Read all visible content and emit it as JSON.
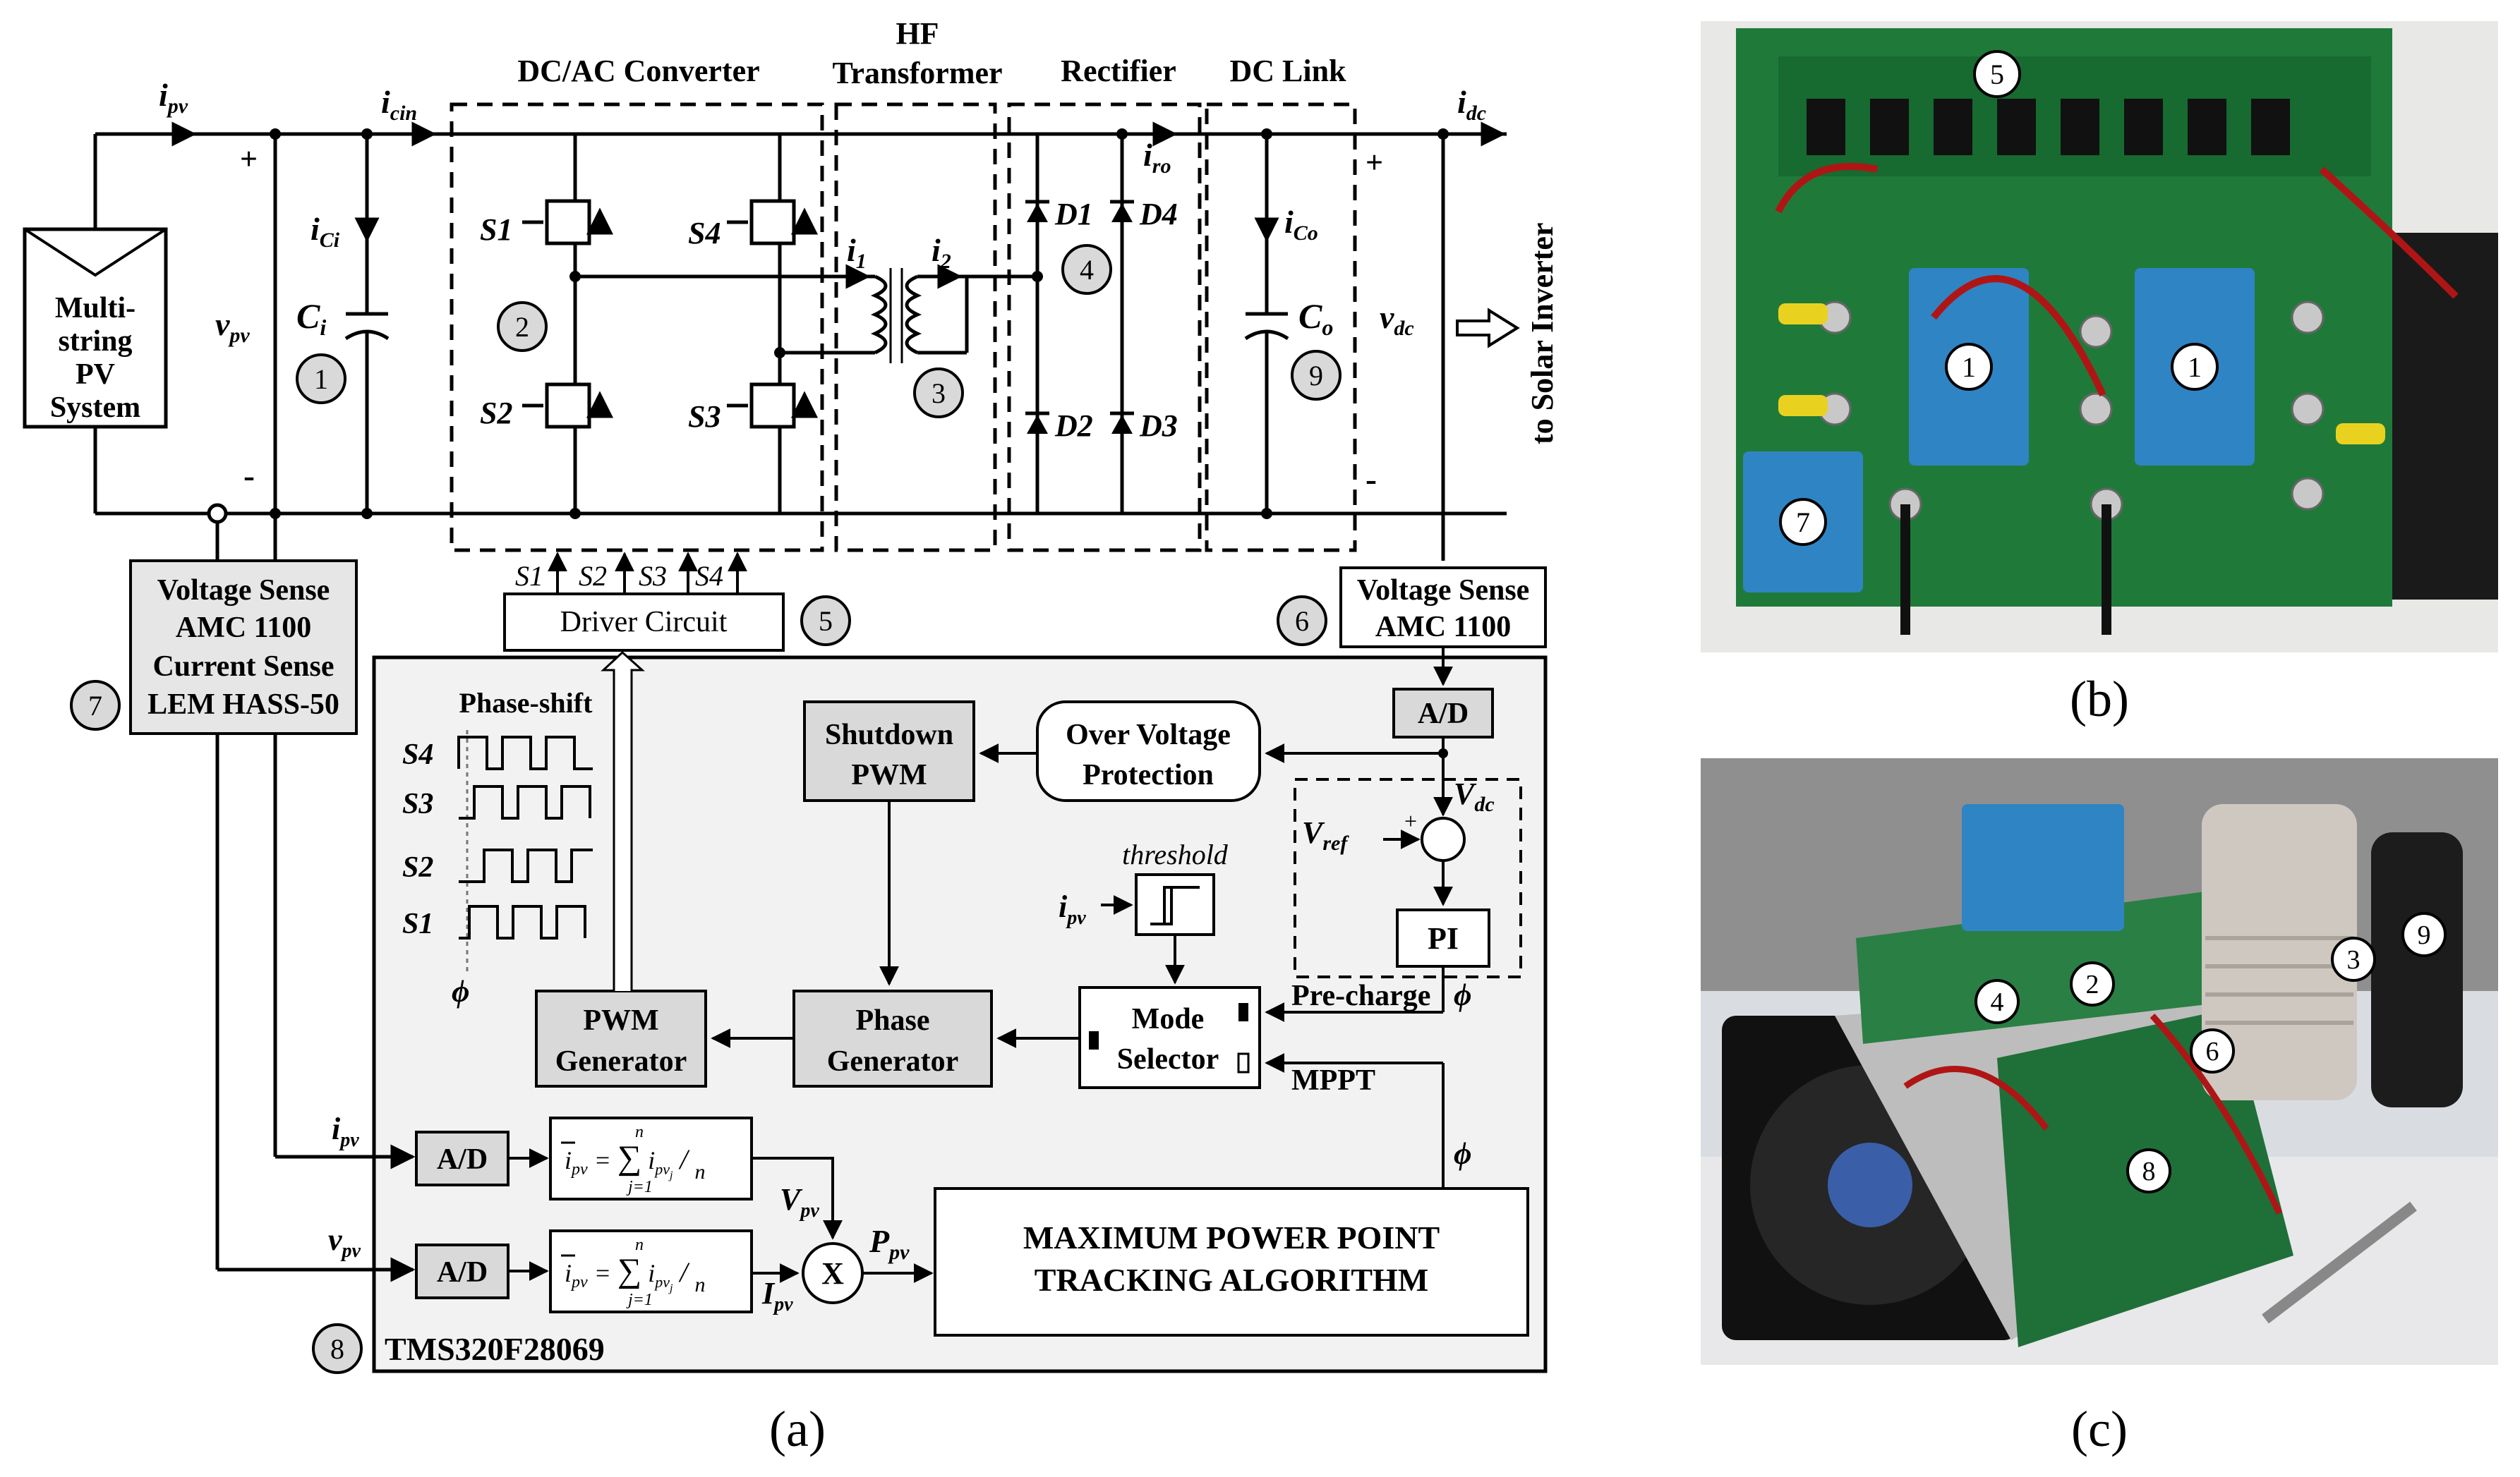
{
  "panel_labels": {
    "a": "(a)",
    "b": "(b)",
    "c": "(c)"
  },
  "blocks": {
    "dcac": "DC/AC Converter",
    "hf1": "HF",
    "hf2": "Transformer",
    "rectifier": "Rectifier",
    "dclink": "DC Link",
    "pv1": "Multi-",
    "pv2": "string",
    "pv3": "PV",
    "pv4": "System",
    "to_inverter": "to Solar Inverter",
    "vs_left1": "Voltage Sense",
    "vs_left2": "AMC 1100",
    "vs_left3": "Current Sense",
    "vs_left4": "LEM HASS-50",
    "vs_right1": "Voltage Sense",
    "vs_right2": "AMC 1100",
    "driver": "Driver Circuit",
    "ad": "A/D",
    "shutdown1": "Shutdown",
    "shutdown2": "PWM",
    "ovp1": "Over Voltage",
    "ovp2": "Protection",
    "phase_shift": "Phase-shift",
    "threshold": "threshold",
    "pi": "PI",
    "mode1": "Mode",
    "mode2": "Selector",
    "precharge": "Pre-charge",
    "mppt": "MPPT",
    "pwm1": "PWM",
    "pwm2": "Generator",
    "phase1": "Phase",
    "phase2": "Generator",
    "mppt_alg1": "MAXIMUM POWER POINT",
    "mppt_alg2": "TRACKING ALGORITHM",
    "dsp": "TMS320F28069",
    "mult": "X"
  },
  "circle_labels": [
    "1",
    "2",
    "3",
    "4",
    "5",
    "6",
    "7",
    "8",
    "9"
  ],
  "signals": {
    "ipv": "i",
    "icin": "i",
    "ici": "i",
    "vpv": "v",
    "ci": "C",
    "i1": "i",
    "i2": "i",
    "iro": "i",
    "ico": "i",
    "co": "C",
    "vdc": "v",
    "idc": "i",
    "plus": "+",
    "minus": "-",
    "phi": "ϕ",
    "vref": "V",
    "vdc_big": "V",
    "Vpv": "V",
    "Ipv": "I",
    "Ppv": "P"
  },
  "switches": [
    "S1",
    "S2",
    "S3",
    "S4"
  ],
  "diodes": [
    "D1",
    "D2",
    "D3",
    "D4"
  ]
}
